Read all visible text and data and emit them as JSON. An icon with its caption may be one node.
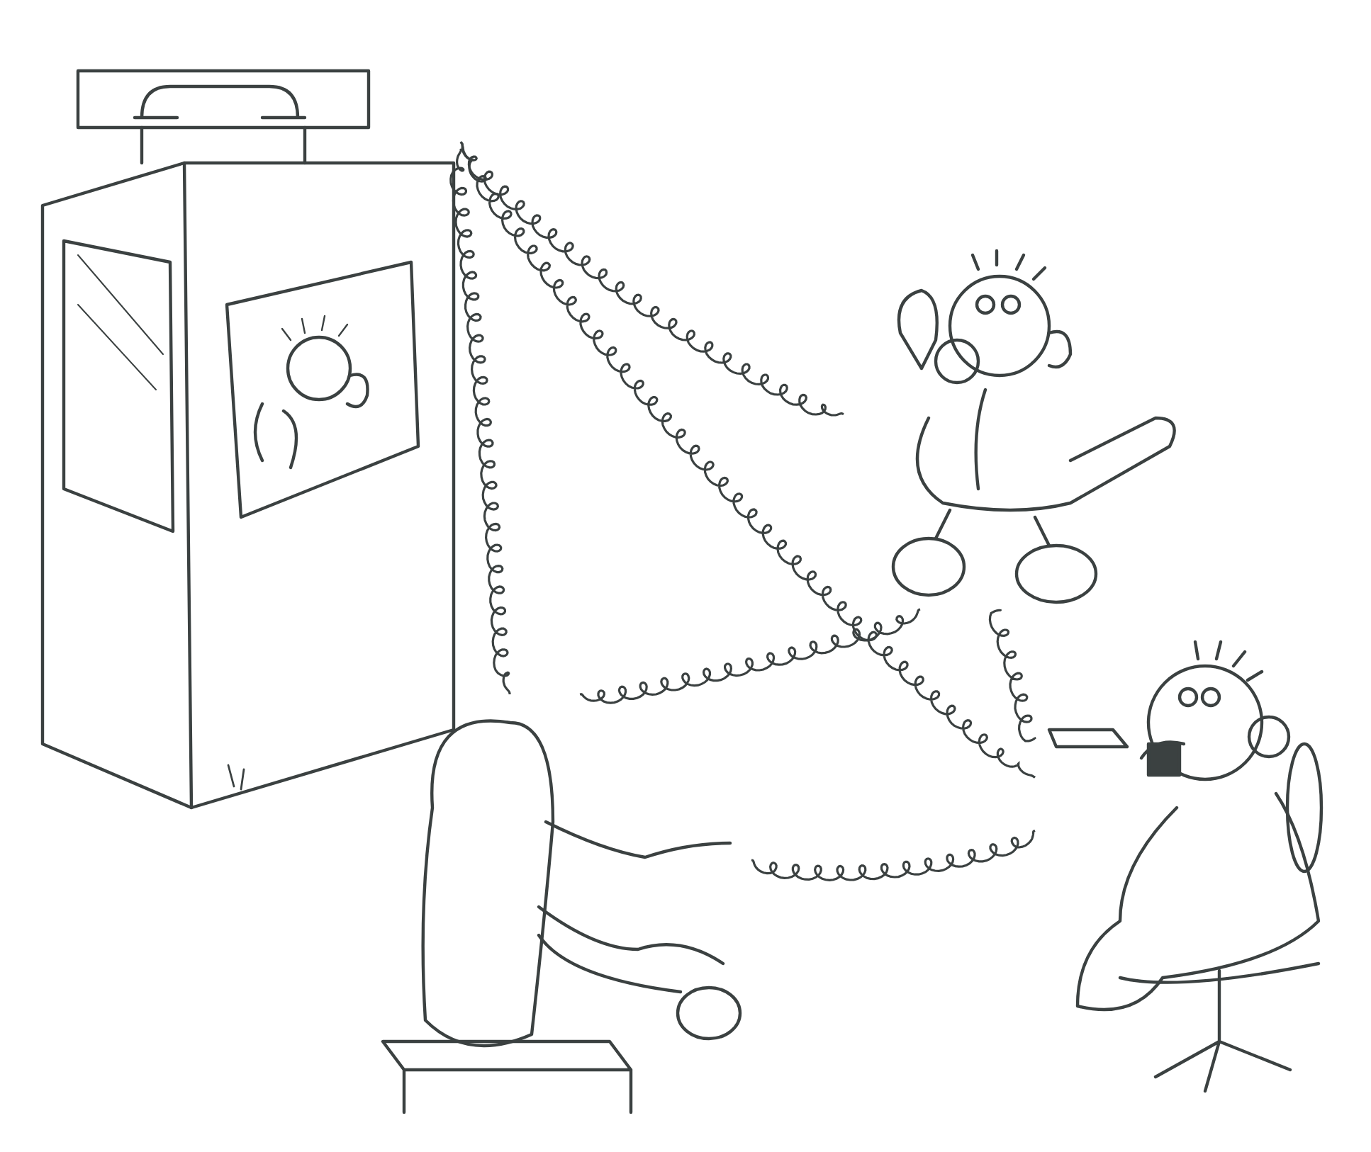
{
  "diagram": {
    "nodes": [
      {
        "text": [],
        "shape": "picture"
      },
      {
        "text": [],
        "shape": "person"
      },
      {
        "text": [],
        "shape": "person"
      },
      {
        "text": [],
        "shape": "person"
      }
    ],
    "edges": [
      {
        "from": 0,
        "to": 1,
        "arrow": "none"
      },
      {
        "from": 0,
        "to": 3,
        "arrow": "none"
      },
      {
        "from": 0,
        "to": 2,
        "arrow": "none"
      },
      {
        "from": 2,
        "to": 1,
        "arrow": "none"
      },
      {
        "from": 2,
        "to": 3,
        "arrow": "none"
      },
      {
        "from": 1,
        "to": 3,
        "arrow": "none"
      }
    ]
  }
}
